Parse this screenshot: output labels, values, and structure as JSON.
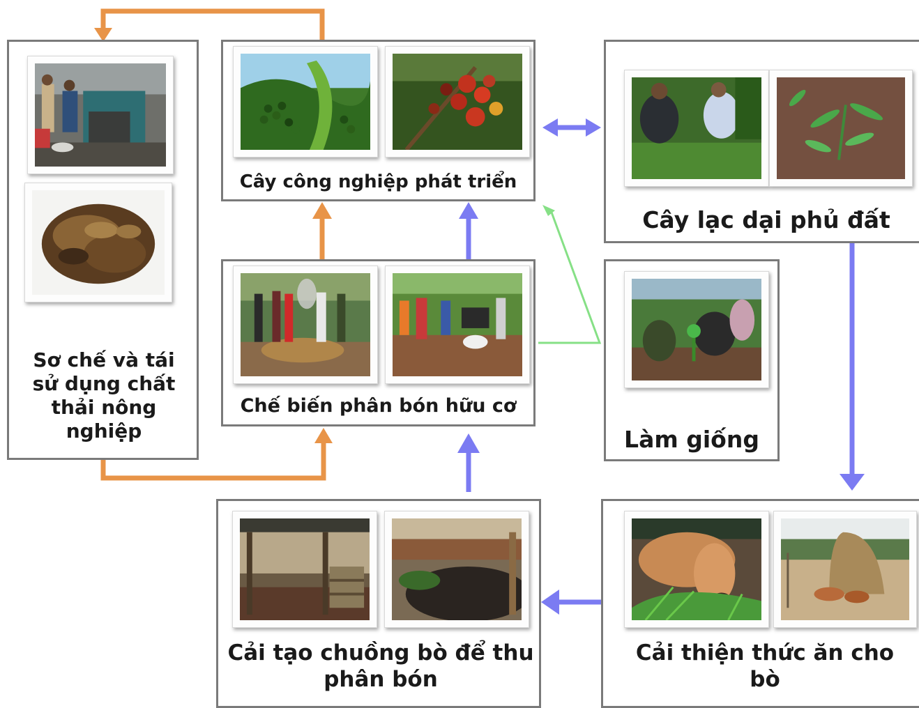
{
  "colors": {
    "orange": "#e89448",
    "blue": "#7b7bf2",
    "green": "#86e086",
    "border": "#7a7a7a"
  },
  "nodes": {
    "agri_waste": {
      "label": "Sơ chế và tái sử dụng chất thải nông nghiệp",
      "photos": [
        "coffee-processing-machine-photo",
        "coffee-husk-pile-photo"
      ]
    },
    "industrial_crops": {
      "label": "Cây công nghiệp phát triển",
      "photos": [
        "black-pepper-plant-photo",
        "coffee-cherries-photo"
      ]
    },
    "ground_cover": {
      "label": "Cây lạc dại phủ đất",
      "photos": [
        "farmers-inspecting-field-photo",
        "wild-peanut-seedling-photo"
      ]
    },
    "organic_fertilizer": {
      "label": "Chế biến phân bón hữu cơ",
      "photos": [
        "compost-pile-training-photo",
        "farmers-mixing-compost-photo"
      ]
    },
    "seedlings": {
      "label": "Làm giống",
      "photos": [
        "farmers-planting-seedlings-photo"
      ]
    },
    "cattle_shed": {
      "label": "Cải tạo chuồng bò để thu phân bón",
      "photos": [
        "cattle-shed-interior-photo",
        "manure-pile-shed-photo"
      ]
    },
    "cattle_feed": {
      "label": "Cải thiện thức ăn cho bò",
      "photos": [
        "calf-eating-grass-photo",
        "haystack-with-cows-photo"
      ]
    }
  }
}
